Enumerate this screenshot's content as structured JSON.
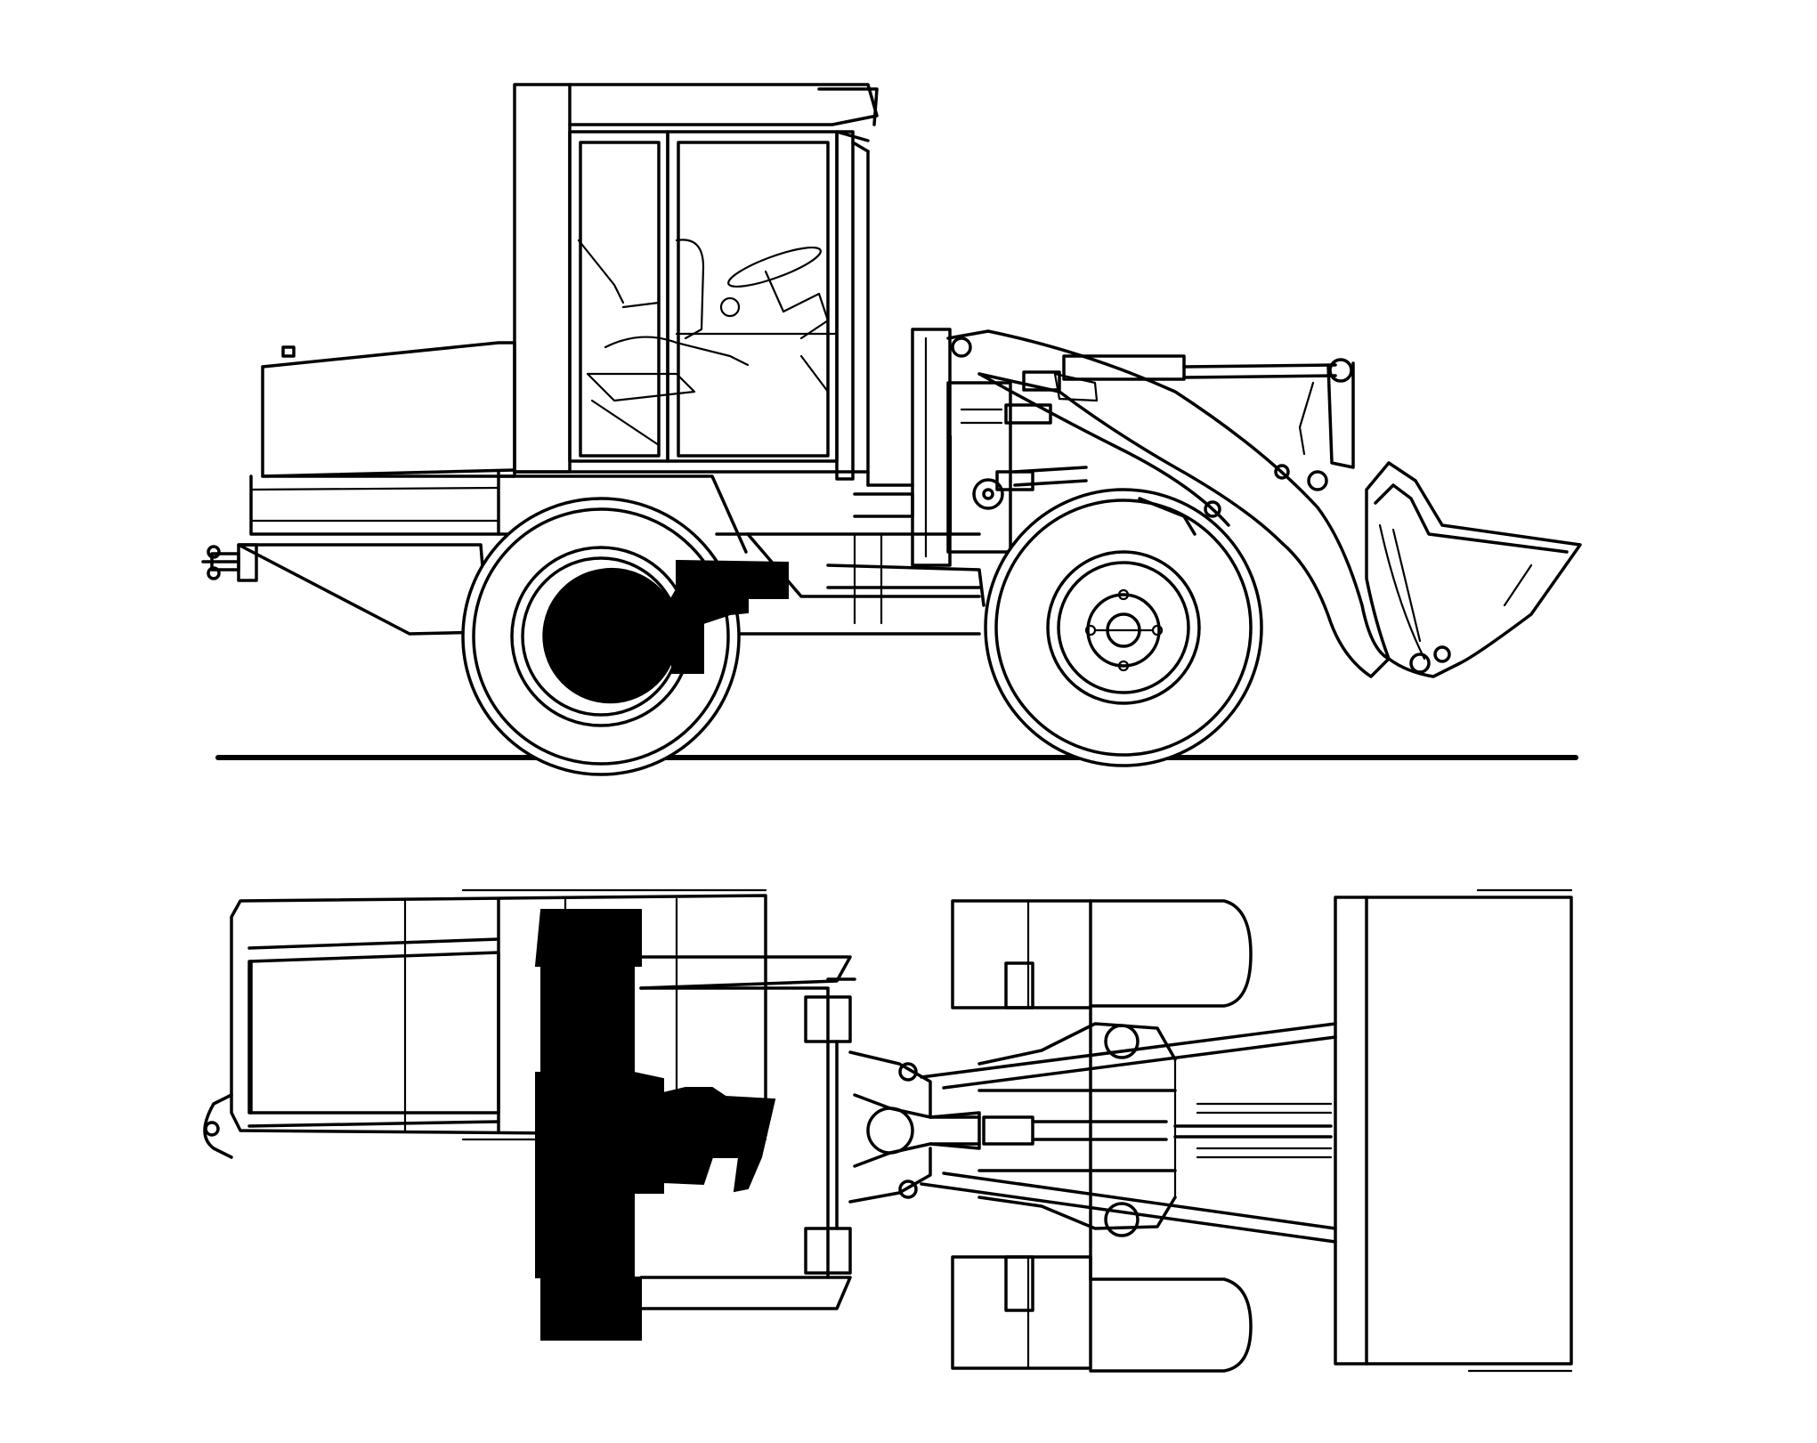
{
  "figure": {
    "views": [
      "side-elevation",
      "top-plan"
    ],
    "subject": "wheel-loader",
    "colors": {
      "line": "#000000",
      "background": "#ffffff",
      "highlight_fill": "#000000"
    }
  }
}
